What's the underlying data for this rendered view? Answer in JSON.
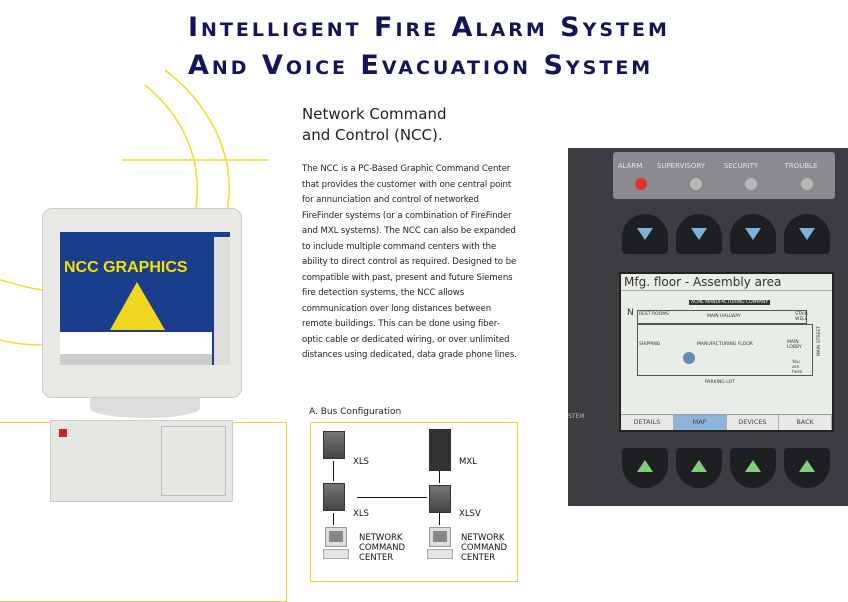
{
  "header": {
    "title_line1": "Intelligent Fire Alarm System",
    "title_line2": "And Voice Evacuation System",
    "color": "#14145a"
  },
  "section": {
    "heading_line1": "Network Command",
    "heading_line2": "and Control (NCC).",
    "body": "The NCC is a PC-Based Graphic Command Center that provides the customer with one central point for annunciation and control of networked FireFinder systems (or a combination of FireFinder and MXL systems). The NCC can also be expanded to include multiple command centers with the ability to direct control as required. Designed to be compatible with past, present and future Siemens fire detection systems, the NCC allows communication over long distances between remote buildings. This can be done using fiber-optic cable or dedicated wiring, or over unlimited distances using dedicated, data grade phone lines."
  },
  "computer_image": {
    "screen_text": "NCC GRAPHICS"
  },
  "diagram": {
    "label": "A. Bus Configuration",
    "nodes": [
      "XLS",
      "MXL",
      "XLS",
      "XLSV"
    ],
    "ncc_left": [
      "NETWORK",
      "COMMAND",
      "CENTER"
    ],
    "ncc_right": [
      "NETWORK",
      "COMMAND",
      "CENTER"
    ],
    "accent": "#e8d23a"
  },
  "panel": {
    "indicators": [
      "ALARM",
      "SUPERVISORY",
      "SECURITY",
      "TROUBLE"
    ],
    "alarm_color": "#e03030",
    "screen_title": "Mfg. floor - Assembly area",
    "map": {
      "company": "ACME MANUFACTURING COMPANY",
      "north": "N",
      "rest": "REST ROOMS",
      "hallway": "MAIN HALLWAY",
      "stair": "STAIR WELL",
      "shipping": "SHIPPING",
      "floor": "MANUFACTURING FLOOR",
      "lobby": "MAIN LOBBY",
      "street": "MAIN STREET",
      "you": "You are here",
      "parking": "PARKING LOT"
    },
    "softkeys": [
      "DETAILS",
      "MAP",
      "DEVICES",
      "BACK"
    ],
    "active_softkey": "MAP",
    "side_text": "STEM"
  }
}
